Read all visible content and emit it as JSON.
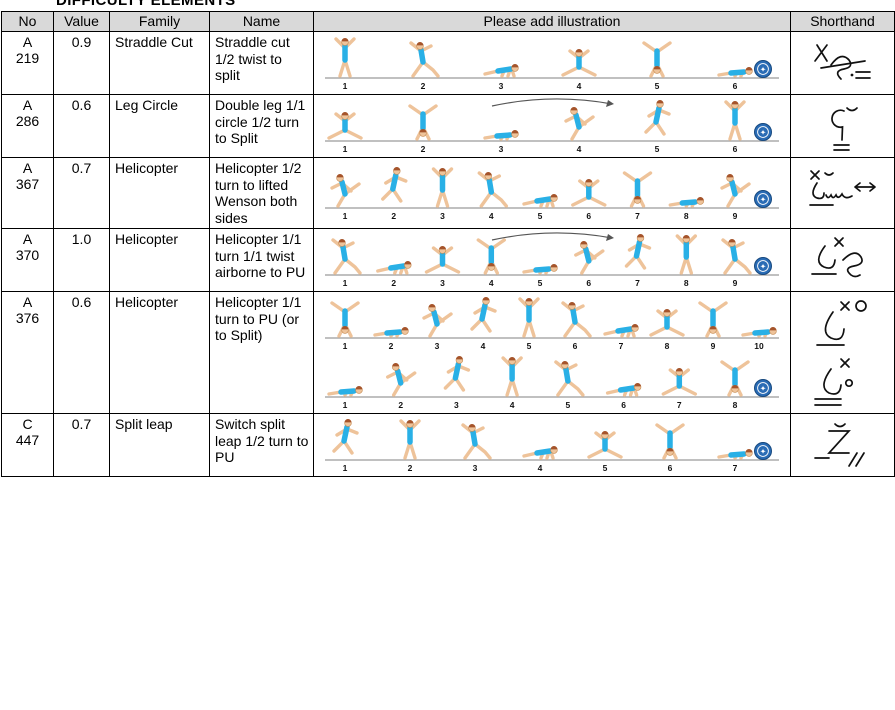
{
  "title": "DIFFICULTY ELEMENTS",
  "table": {
    "headers": [
      "No",
      "Value",
      "Family",
      "Name",
      "Please add illustration",
      "Shorthand"
    ],
    "rows": [
      {
        "no_letter": "A",
        "no_number": "219",
        "value": "0.9",
        "family": "Straddle Cut",
        "name": "Straddle cut 1/2 twist to split",
        "illustrations": [
          {
            "frame_numbers": [
              1,
              2,
              3,
              4,
              5,
              6
            ],
            "badge": true,
            "turn_arrows": false
          }
        ],
        "shorthand": [
          {
            "symbol": "straddle-cut-half-twist-to-split-symbol"
          }
        ]
      },
      {
        "no_letter": "A",
        "no_number": "286",
        "value": "0.6",
        "family": "Leg Circle",
        "name": "Double leg 1/1 circle 1/2 turn to Split",
        "illustrations": [
          {
            "frame_numbers": [
              1,
              2,
              3,
              4,
              5,
              6
            ],
            "badge": true,
            "turn_arrows": true
          }
        ],
        "shorthand": [
          {
            "symbol": "double-leg-circle-half-turn-to-split-symbol"
          }
        ]
      },
      {
        "no_letter": "A",
        "no_number": "367",
        "value": "0.7",
        "family": "Helicopter",
        "name": "Helicopter 1/2 turn to lifted Wenson both sides",
        "illustrations": [
          {
            "frame_numbers": [
              1,
              2,
              3,
              4,
              5,
              6,
              7,
              8,
              9
            ],
            "badge": true,
            "turn_arrows": false
          }
        ],
        "shorthand": [
          {
            "symbol": "helicopter-half-turn-lifted-wenson-symbol"
          }
        ]
      },
      {
        "no_letter": "A",
        "no_number": "370",
        "value": "1.0",
        "family": "Helicopter",
        "name": "Helicopter 1/1 turn 1/1 twist airborne to PU",
        "illustrations": [
          {
            "frame_numbers": [
              1,
              2,
              3,
              4,
              5,
              6,
              7,
              8,
              9
            ],
            "badge": true,
            "turn_arrows": true
          }
        ],
        "shorthand": [
          {
            "symbol": "helicopter-full-turn-full-twist-airborne-pu-symbol"
          }
        ]
      },
      {
        "no_letter": "A",
        "no_number": "376",
        "value": "0.6",
        "family": "Helicopter",
        "name": "Helicopter 1/1 turn to PU (or to Split)",
        "illustrations": [
          {
            "frame_numbers": [
              1,
              2,
              3,
              4,
              5,
              6,
              7,
              8,
              9,
              10
            ],
            "badge": false,
            "turn_arrows": false
          },
          {
            "frame_numbers": [
              1,
              2,
              3,
              4,
              5,
              6,
              7,
              8
            ],
            "badge": true,
            "turn_arrows": false
          }
        ],
        "shorthand": [
          {
            "symbol": "helicopter-full-turn-to-pu-symbol"
          },
          {
            "symbol": "helicopter-full-turn-to-split-symbol"
          }
        ]
      },
      {
        "no_letter": "C",
        "no_number": "447",
        "value": "0.7",
        "family": "Split leap",
        "name": "Switch split leap 1/2 turn to PU",
        "illustrations": [
          {
            "frame_numbers": [
              1,
              2,
              3,
              4,
              5,
              6,
              7
            ],
            "badge": true,
            "turn_arrows": false
          }
        ],
        "shorthand": [
          {
            "symbol": "switch-split-leap-half-turn-to-pu-symbol"
          }
        ]
      }
    ]
  }
}
